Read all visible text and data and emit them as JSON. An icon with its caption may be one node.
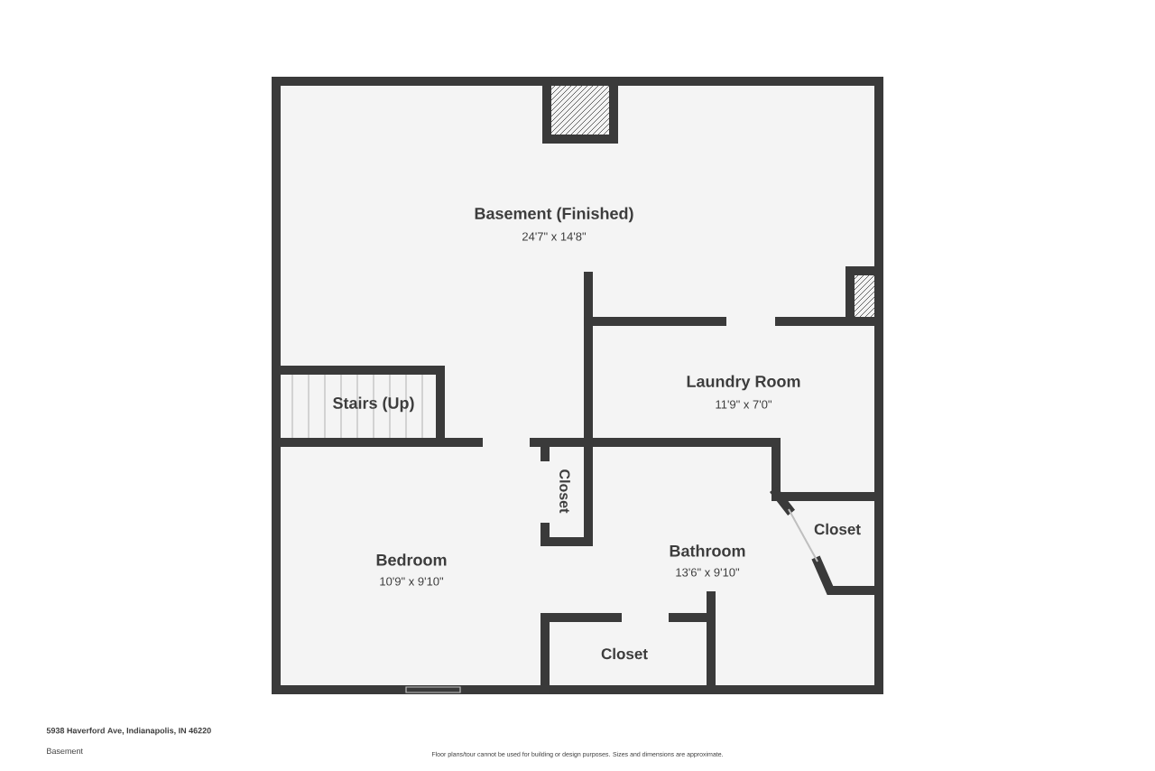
{
  "diagram": {
    "labels": [
      "Basement (Finished)",
      "24'7\" x 14'8\"",
      "Laundry Room",
      "11'9\" x 7'0\"",
      "Stairs (Up)",
      "Closet",
      "Bedroom",
      "10'9\" x 9'10\"",
      "Bathroom",
      "13'6\" x 9'10\"",
      "Closet",
      "Closet",
      "5938 Haverford Ave, Indianapolis, IN 46220",
      "Basement",
      "Floor plans/tour cannot be used for building or design purposes. Sizes and dimensions are approximate."
    ]
  }
}
